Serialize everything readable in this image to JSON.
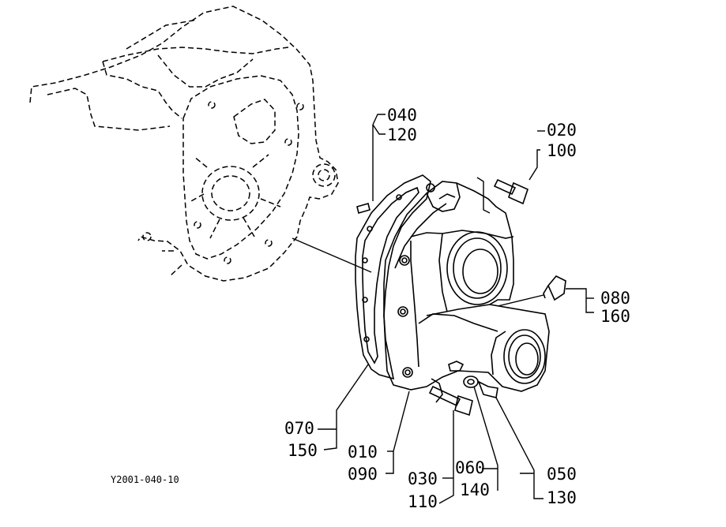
{
  "figure_code": "Y2001-040-10",
  "callouts": [
    {
      "id": "pin",
      "labels": [
        "040",
        "120"
      ]
    },
    {
      "id": "bolt-top",
      "labels": [
        "020",
        "100"
      ]
    },
    {
      "id": "breather",
      "labels": [
        "080",
        "160"
      ]
    },
    {
      "id": "gasket",
      "labels": [
        "070",
        "150"
      ]
    },
    {
      "id": "case",
      "labels": [
        "010",
        "090"
      ]
    },
    {
      "id": "bolt-bottom",
      "labels": [
        "030",
        "110"
      ]
    },
    {
      "id": "washer",
      "labels": [
        "060",
        "140"
      ]
    },
    {
      "id": "bolt-small",
      "labels": [
        "050",
        "130"
      ]
    }
  ]
}
